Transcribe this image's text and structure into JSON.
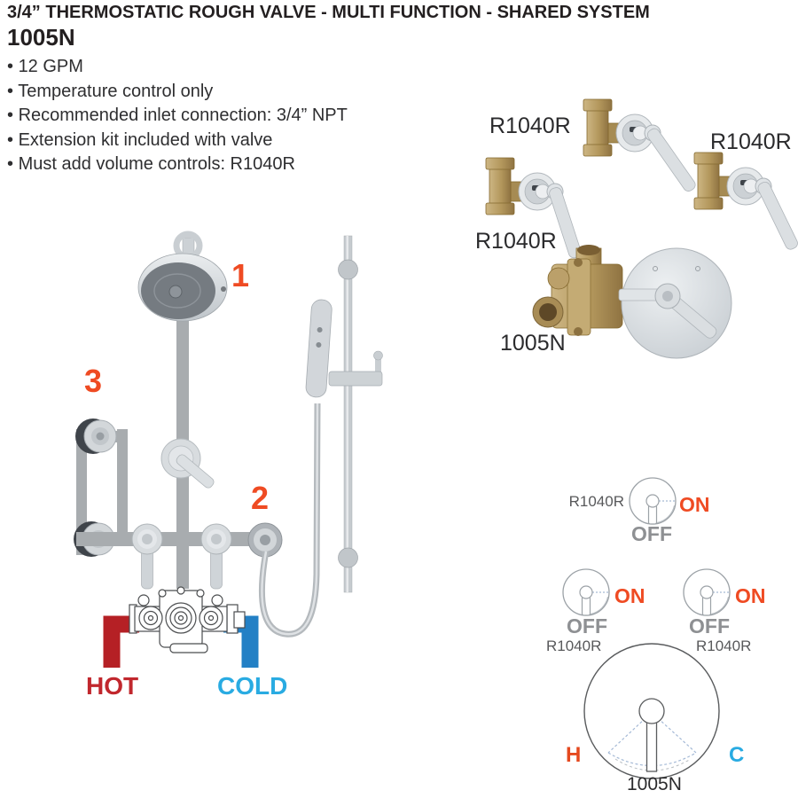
{
  "header": {
    "title": "3/4” THERMOSTATIC ROUGH VALVE - MULTI FUNCTION - SHARED SYSTEM",
    "model": "1005N",
    "bullets": [
      "12 GPM",
      "Temperature control only",
      "Recommended inlet connection: 3/4” NPT",
      "Extension kit included with valve",
      "Must add volume controls: R1040R"
    ]
  },
  "products": {
    "volume_control_top": "R1040R",
    "volume_control_right": "R1040R",
    "volume_control_left": "R1040R",
    "rough_valve": "1005N"
  },
  "diagram": {
    "callouts": {
      "showerhead": "1",
      "handshower": "2",
      "bodysprays": "3"
    },
    "hot": "HOT",
    "cold": "COLD"
  },
  "dials": {
    "single": {
      "label": "R1040R",
      "on": "ON",
      "off": "OFF"
    },
    "pair_left": {
      "label": "R1040R",
      "on": "ON",
      "off": "OFF"
    },
    "pair_right": {
      "label": "R1040R",
      "on": "ON",
      "off": "OFF"
    },
    "thermostat": {
      "hot": "H",
      "cold": "C",
      "label": "1005N"
    }
  },
  "colors": {
    "accent_orange": "#EF4B23",
    "hot_red": "#C1272D",
    "cold_blue": "#29ABE2",
    "pipe_gray": "#A8ACAF",
    "brass": "#B49A62"
  }
}
